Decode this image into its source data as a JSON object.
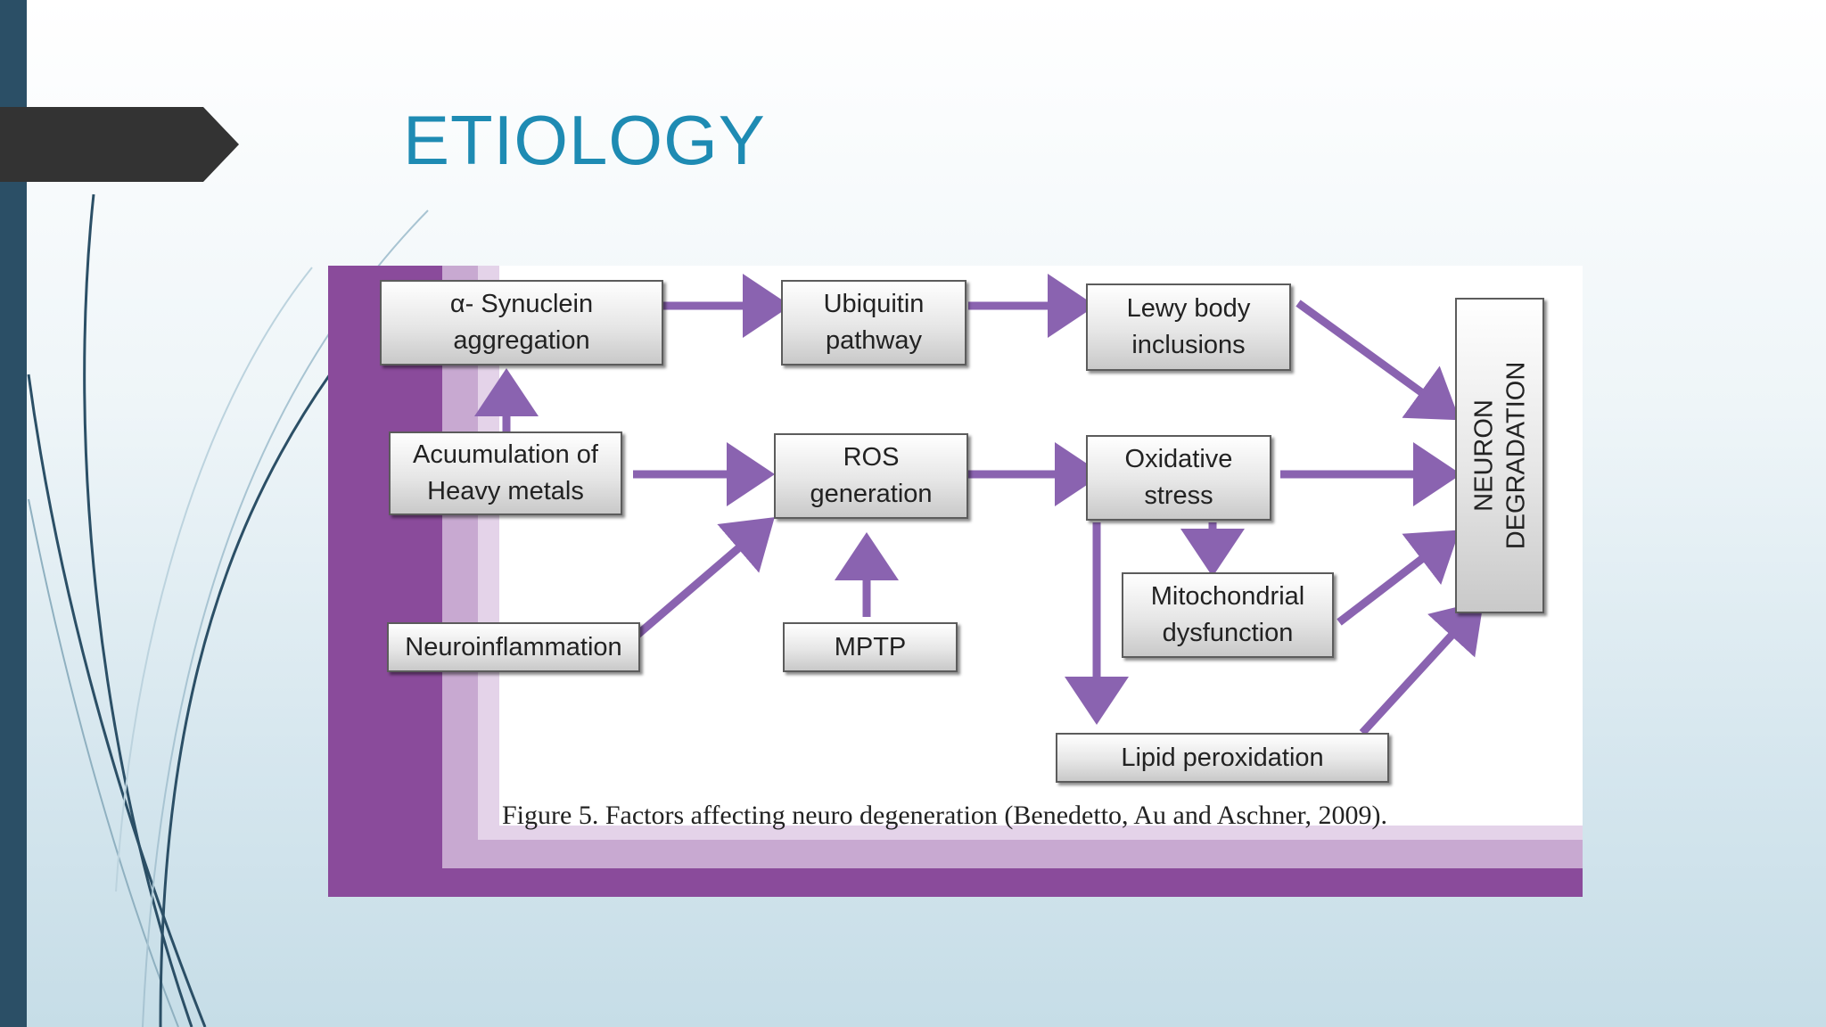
{
  "slide": {
    "title": "ETIOLOGY"
  },
  "figure": {
    "caption": "Figure 5. Factors affecting neuro degeneration (Benedetto, Au and Aschner, 2009).",
    "nodes": {
      "synuclein": "α- Synuclein\n   aggregation",
      "ubiquitin": "Ubiquitin\n   pathway",
      "lewy": "Lewy body\n   inclusions",
      "heavy_metals": "Acuumulation of\n   Heavy metals",
      "ros": "ROS\n   generation",
      "oxidative": "Oxidative\n   stress",
      "neuroinflammation": "Neuroinflammation",
      "mptp": "MPTP",
      "mitochondrial": "Mitochondrial\n   dysfunction",
      "lipid": "Lipid peroxidation",
      "neuron_degradation": "NEURON\nDEGRADATION"
    },
    "edges": [
      [
        "heavy_metals",
        "synuclein"
      ],
      [
        "synuclein",
        "ubiquitin"
      ],
      [
        "ubiquitin",
        "lewy"
      ],
      [
        "lewy",
        "neuron_degradation"
      ],
      [
        "heavy_metals",
        "ros"
      ],
      [
        "neuroinflammation",
        "ros"
      ],
      [
        "mptp",
        "ros"
      ],
      [
        "ros",
        "oxidative"
      ],
      [
        "oxidative",
        "neuron_degradation"
      ],
      [
        "oxidative",
        "mitochondrial"
      ],
      [
        "oxidative",
        "lipid"
      ],
      [
        "mitochondrial",
        "neuron_degradation"
      ],
      [
        "lipid",
        "neuron_degradation"
      ]
    ],
    "colors": {
      "arrow": "#8a63b0",
      "frame": "#8a4b9b",
      "frame_light": "#c8a9d1"
    }
  }
}
